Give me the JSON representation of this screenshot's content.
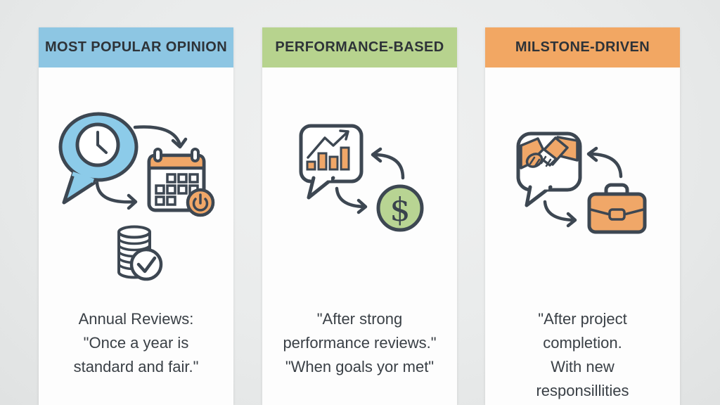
{
  "colors": {
    "background": "#e9ebeb",
    "card": "#fdfdfd",
    "header_blue": "#8dc6e3",
    "header_green": "#b7d38e",
    "header_orange": "#f2a763",
    "icon_orange": "#f0a768",
    "bubble_blue": "#8ccbe9",
    "dollar_green": "#b8d493",
    "outline_dark": "#3d4752",
    "header_text": "#2e3338",
    "body_text": "#3a4046"
  },
  "columns": [
    {
      "header": "MOST POPULAR OPINION",
      "header_bg": "#8dc6e3",
      "body": "Annual Reviews:\n\"Once a year is\nstandard and fair.\"",
      "icons": [
        "speech-bubble-clock",
        "curved-arrow-right",
        "calendar",
        "power-badge",
        "curved-arrow-down",
        "coins-check"
      ]
    },
    {
      "header": "PERFORMANCE-BASED",
      "header_bg": "#b7d38e",
      "body": "\"After strong\nperformance reviews.\"\n\"When goals yor met\"",
      "dollar": "$",
      "icons": [
        "speech-bubble-bar-chart",
        "curved-arrow-left",
        "curved-arrow-down",
        "dollar-coin"
      ]
    },
    {
      "header": "MILSTONE-DRIVEN",
      "header_bg": "#f2a763",
      "body": "\"After project\ncompletion.\nWith new\nresponsillities",
      "icons": [
        "speech-bubble-handshake",
        "curved-arrow-left",
        "curved-arrow-down",
        "briefcase"
      ]
    }
  ]
}
